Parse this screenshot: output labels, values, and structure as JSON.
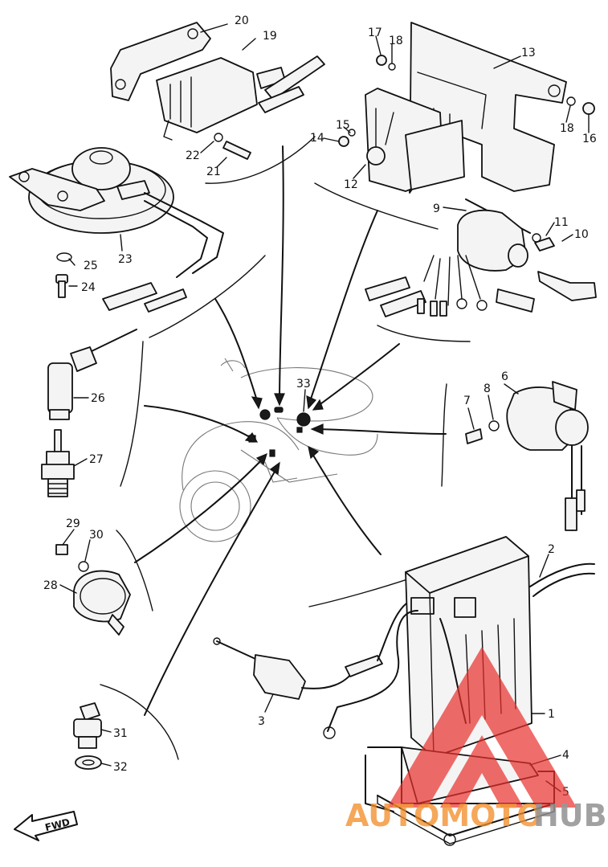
{
  "diagram": {
    "callouts": [
      {
        "id": "c20",
        "label": "20"
      },
      {
        "id": "c19",
        "label": "19"
      },
      {
        "id": "c17",
        "label": "17"
      },
      {
        "id": "c18a",
        "label": "18"
      },
      {
        "id": "c13",
        "label": "13"
      },
      {
        "id": "c18b",
        "label": "18"
      },
      {
        "id": "c16",
        "label": "16"
      },
      {
        "id": "c14",
        "label": "14"
      },
      {
        "id": "c15",
        "label": "15"
      },
      {
        "id": "c12",
        "label": "12"
      },
      {
        "id": "c22",
        "label": "22"
      },
      {
        "id": "c21",
        "label": "21"
      },
      {
        "id": "c9",
        "label": "9"
      },
      {
        "id": "c11",
        "label": "11"
      },
      {
        "id": "c10",
        "label": "10"
      },
      {
        "id": "c25",
        "label": "25"
      },
      {
        "id": "c23",
        "label": "23"
      },
      {
        "id": "c24",
        "label": "24"
      },
      {
        "id": "c26",
        "label": "26"
      },
      {
        "id": "c27",
        "label": "27"
      },
      {
        "id": "c33",
        "label": "33"
      },
      {
        "id": "c6",
        "label": "6"
      },
      {
        "id": "c7",
        "label": "7"
      },
      {
        "id": "c8",
        "label": "8"
      },
      {
        "id": "c29",
        "label": "29"
      },
      {
        "id": "c30",
        "label": "30"
      },
      {
        "id": "c28",
        "label": "28"
      },
      {
        "id": "c2",
        "label": "2"
      },
      {
        "id": "c3",
        "label": "3"
      },
      {
        "id": "c1",
        "label": "1"
      },
      {
        "id": "c31",
        "label": "31"
      },
      {
        "id": "c4",
        "label": "4"
      },
      {
        "id": "c32",
        "label": "32"
      },
      {
        "id": "c5",
        "label": "5"
      }
    ],
    "direction_marker": "FWD",
    "watermark": {
      "text_left": "AUTOMOTO",
      "text_right": "HUB",
      "color_left": "#f28c28",
      "color_right": "#8c8c8c",
      "logo_color": "#e8312b"
    }
  }
}
